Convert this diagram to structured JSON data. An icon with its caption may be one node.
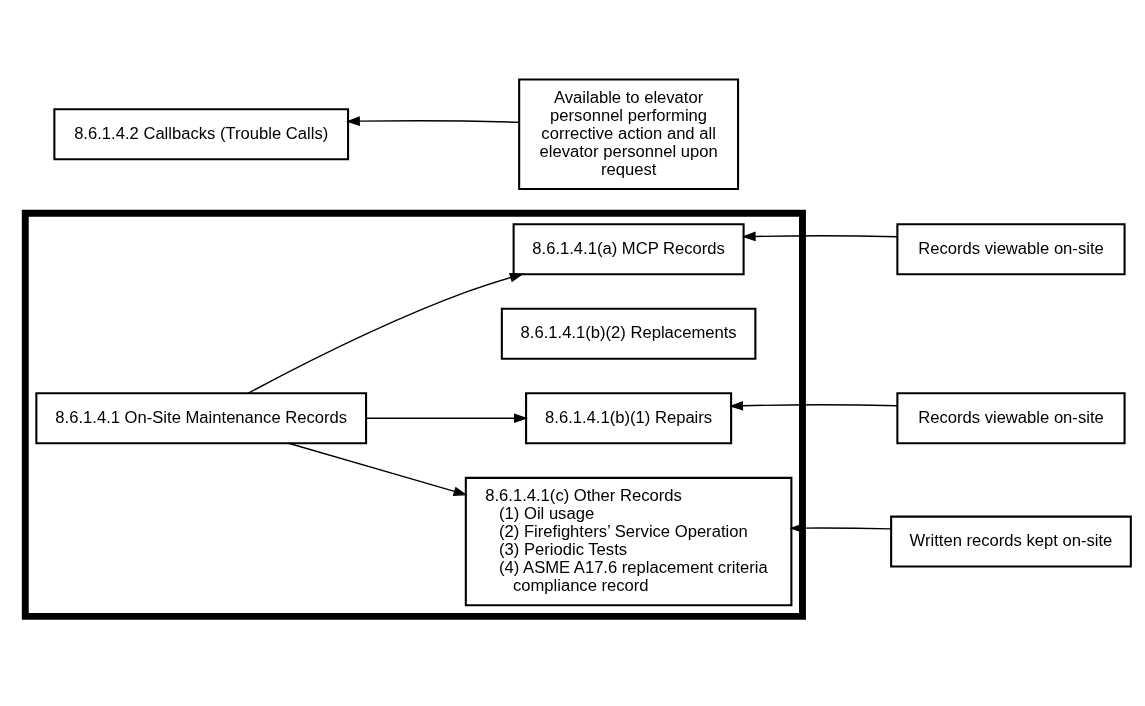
{
  "diagram": {
    "nodes": [
      {
        "text": [],
        "shape": "box"
      },
      {
        "text": [
          "8.6.1.4.1 On-Site Maintenance Records"
        ],
        "in": 0
      },
      {
        "text": [
          "8.6.1.4.1(a) MCP Records"
        ],
        "in": 0
      },
      {
        "text": [
          "8.6.1.4.1(b)(1) Repairs"
        ],
        "in": 0
      },
      {
        "text": [
          "8.6.1.4.1(b)(2) Replacements"
        ],
        "in": 0
      },
      {
        "text": [
          "8.6.1.4.1(c) Other Records",
          "(1) Oil usage",
          "(2) Firefighters’ Service Operation",
          "(3) Periodic Tests",
          "(4) ASME A17.6 replacement criteria compliance record"
        ],
        "in": 0
      },
      {
        "text": [
          "Records viewable on-site"
        ]
      },
      {
        "text": [
          "Records viewable on-site"
        ]
      },
      {
        "text": [
          "Written records kept on-site"
        ]
      },
      {
        "text": [
          "8.6.1.4.2 Callbacks (Trouble Calls)"
        ]
      },
      {
        "text": [
          "Available to elevator personnel performing corrective action and all elevator personnel upon request"
        ]
      }
    ],
    "edges": [
      {
        "from": 1,
        "to": 2,
        "arrow": "to"
      },
      {
        "from": 1,
        "to": 3,
        "arrow": "to"
      },
      {
        "from": 1,
        "to": 5,
        "arrow": "to"
      },
      {
        "from": 6,
        "to": 2,
        "arrow": "to"
      },
      {
        "from": 7,
        "to": 3,
        "arrow": "to"
      },
      {
        "from": 8,
        "to": 5,
        "arrow": "to"
      },
      {
        "from": 10,
        "to": 9,
        "arrow": "to"
      }
    ]
  }
}
